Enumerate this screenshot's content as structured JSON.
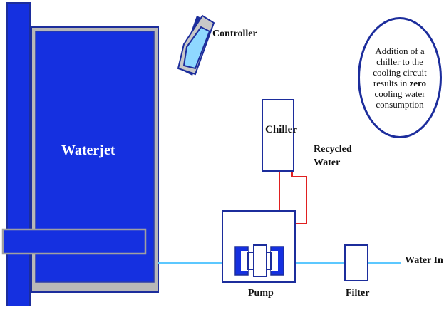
{
  "labels": {
    "controller": "Controller",
    "waterjet": "Waterjet",
    "chiller": "Chiller",
    "recycled_water_line1": "Recycled",
    "recycled_water_line2": "Water",
    "pump": "Pump",
    "filter": "Filter",
    "water_in": "Water In"
  },
  "note": {
    "before": "Addition of a chiller to the cooling circuit results in",
    "emphasis": "zero",
    "after": "cooling water consumption"
  },
  "colors": {
    "waterjet_blue": "#1530e0",
    "waterjet_frame": "#b8b8b8",
    "outline_blue": "#1c2d9c",
    "water_line": "#5cc8ff",
    "recycled_line": "#e02020",
    "controller_screen": "#8fd8ff"
  }
}
